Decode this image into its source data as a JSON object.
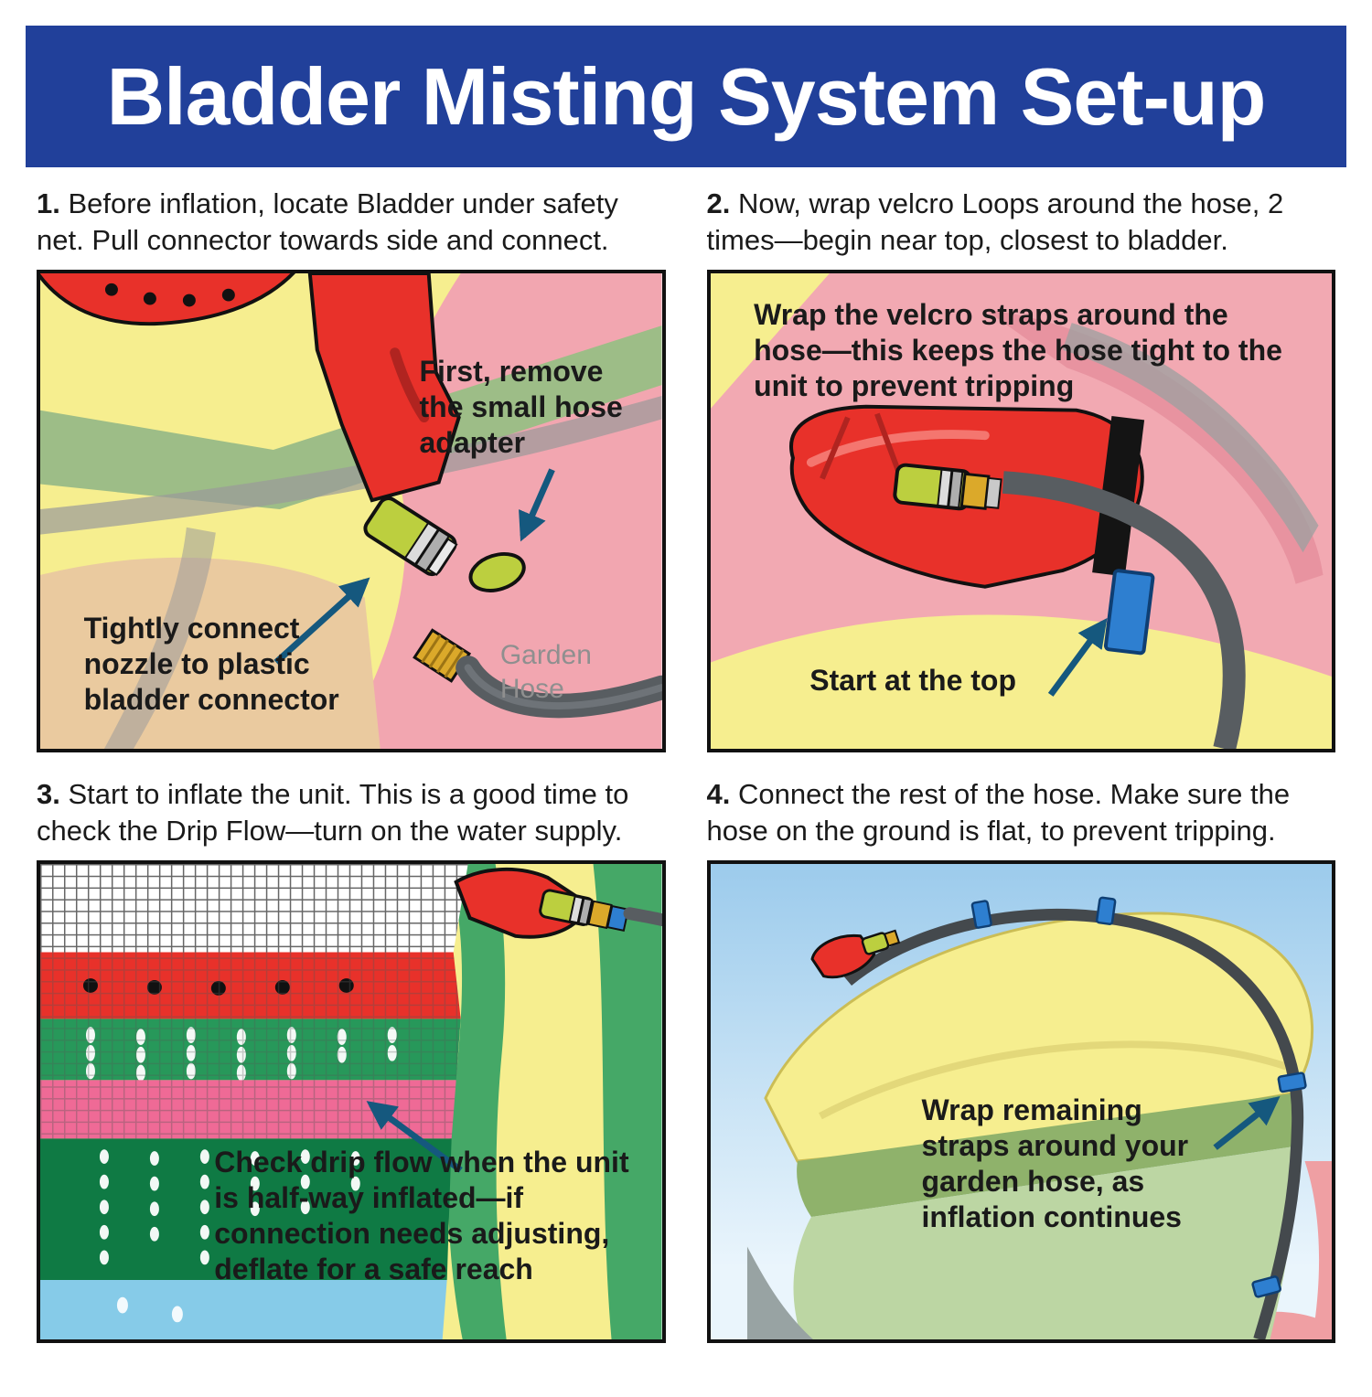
{
  "header": {
    "title": "Bladder Misting System Set-up"
  },
  "colors": {
    "header_bg": "#21409a",
    "arrow": "#15587e",
    "bladder_red": "#e8312a",
    "nozzle_green": "#bccf3f",
    "brass_gold": "#dba92a",
    "hose_gray": "#585d61",
    "velcro_blue": "#2e7fd0",
    "background_yellow": "#f6ee8f",
    "background_pink": "#f2a9b2",
    "background_green": "#9dbd87"
  },
  "steps": [
    {
      "number": "1.",
      "caption": " Before inflation, locate Bladder under safety net. Pull connector towards side and connect.",
      "labels": {
        "remove_adapter": "First, remove the small hose adapter",
        "connect_nozzle": "Tightly connect nozzle to plastic bladder connector",
        "garden_hose": "Garden Hose"
      }
    },
    {
      "number": "2.",
      "caption": " Now, wrap velcro Loops around the hose, 2 times—begin near top, closest to bladder.",
      "labels": {
        "wrap_straps": "Wrap the velcro straps around the hose—this keeps the hose tight to the unit to prevent tripping",
        "start_top": "Start at the top"
      }
    },
    {
      "number": "3.",
      "caption": " Start to inflate the unit. This is a good time to check the Drip Flow—turn on the water supply.",
      "labels": {
        "check_drip": "Check drip flow when the unit is half-way inflated—if connection needs adjusting, deflate for a safe reach"
      }
    },
    {
      "number": "4.",
      "caption": " Connect the rest of the hose. Make sure the hose on the ground is flat, to prevent tripping.",
      "labels": {
        "wrap_remaining": "Wrap remaining straps around your garden hose, as inflation continues"
      }
    }
  ]
}
